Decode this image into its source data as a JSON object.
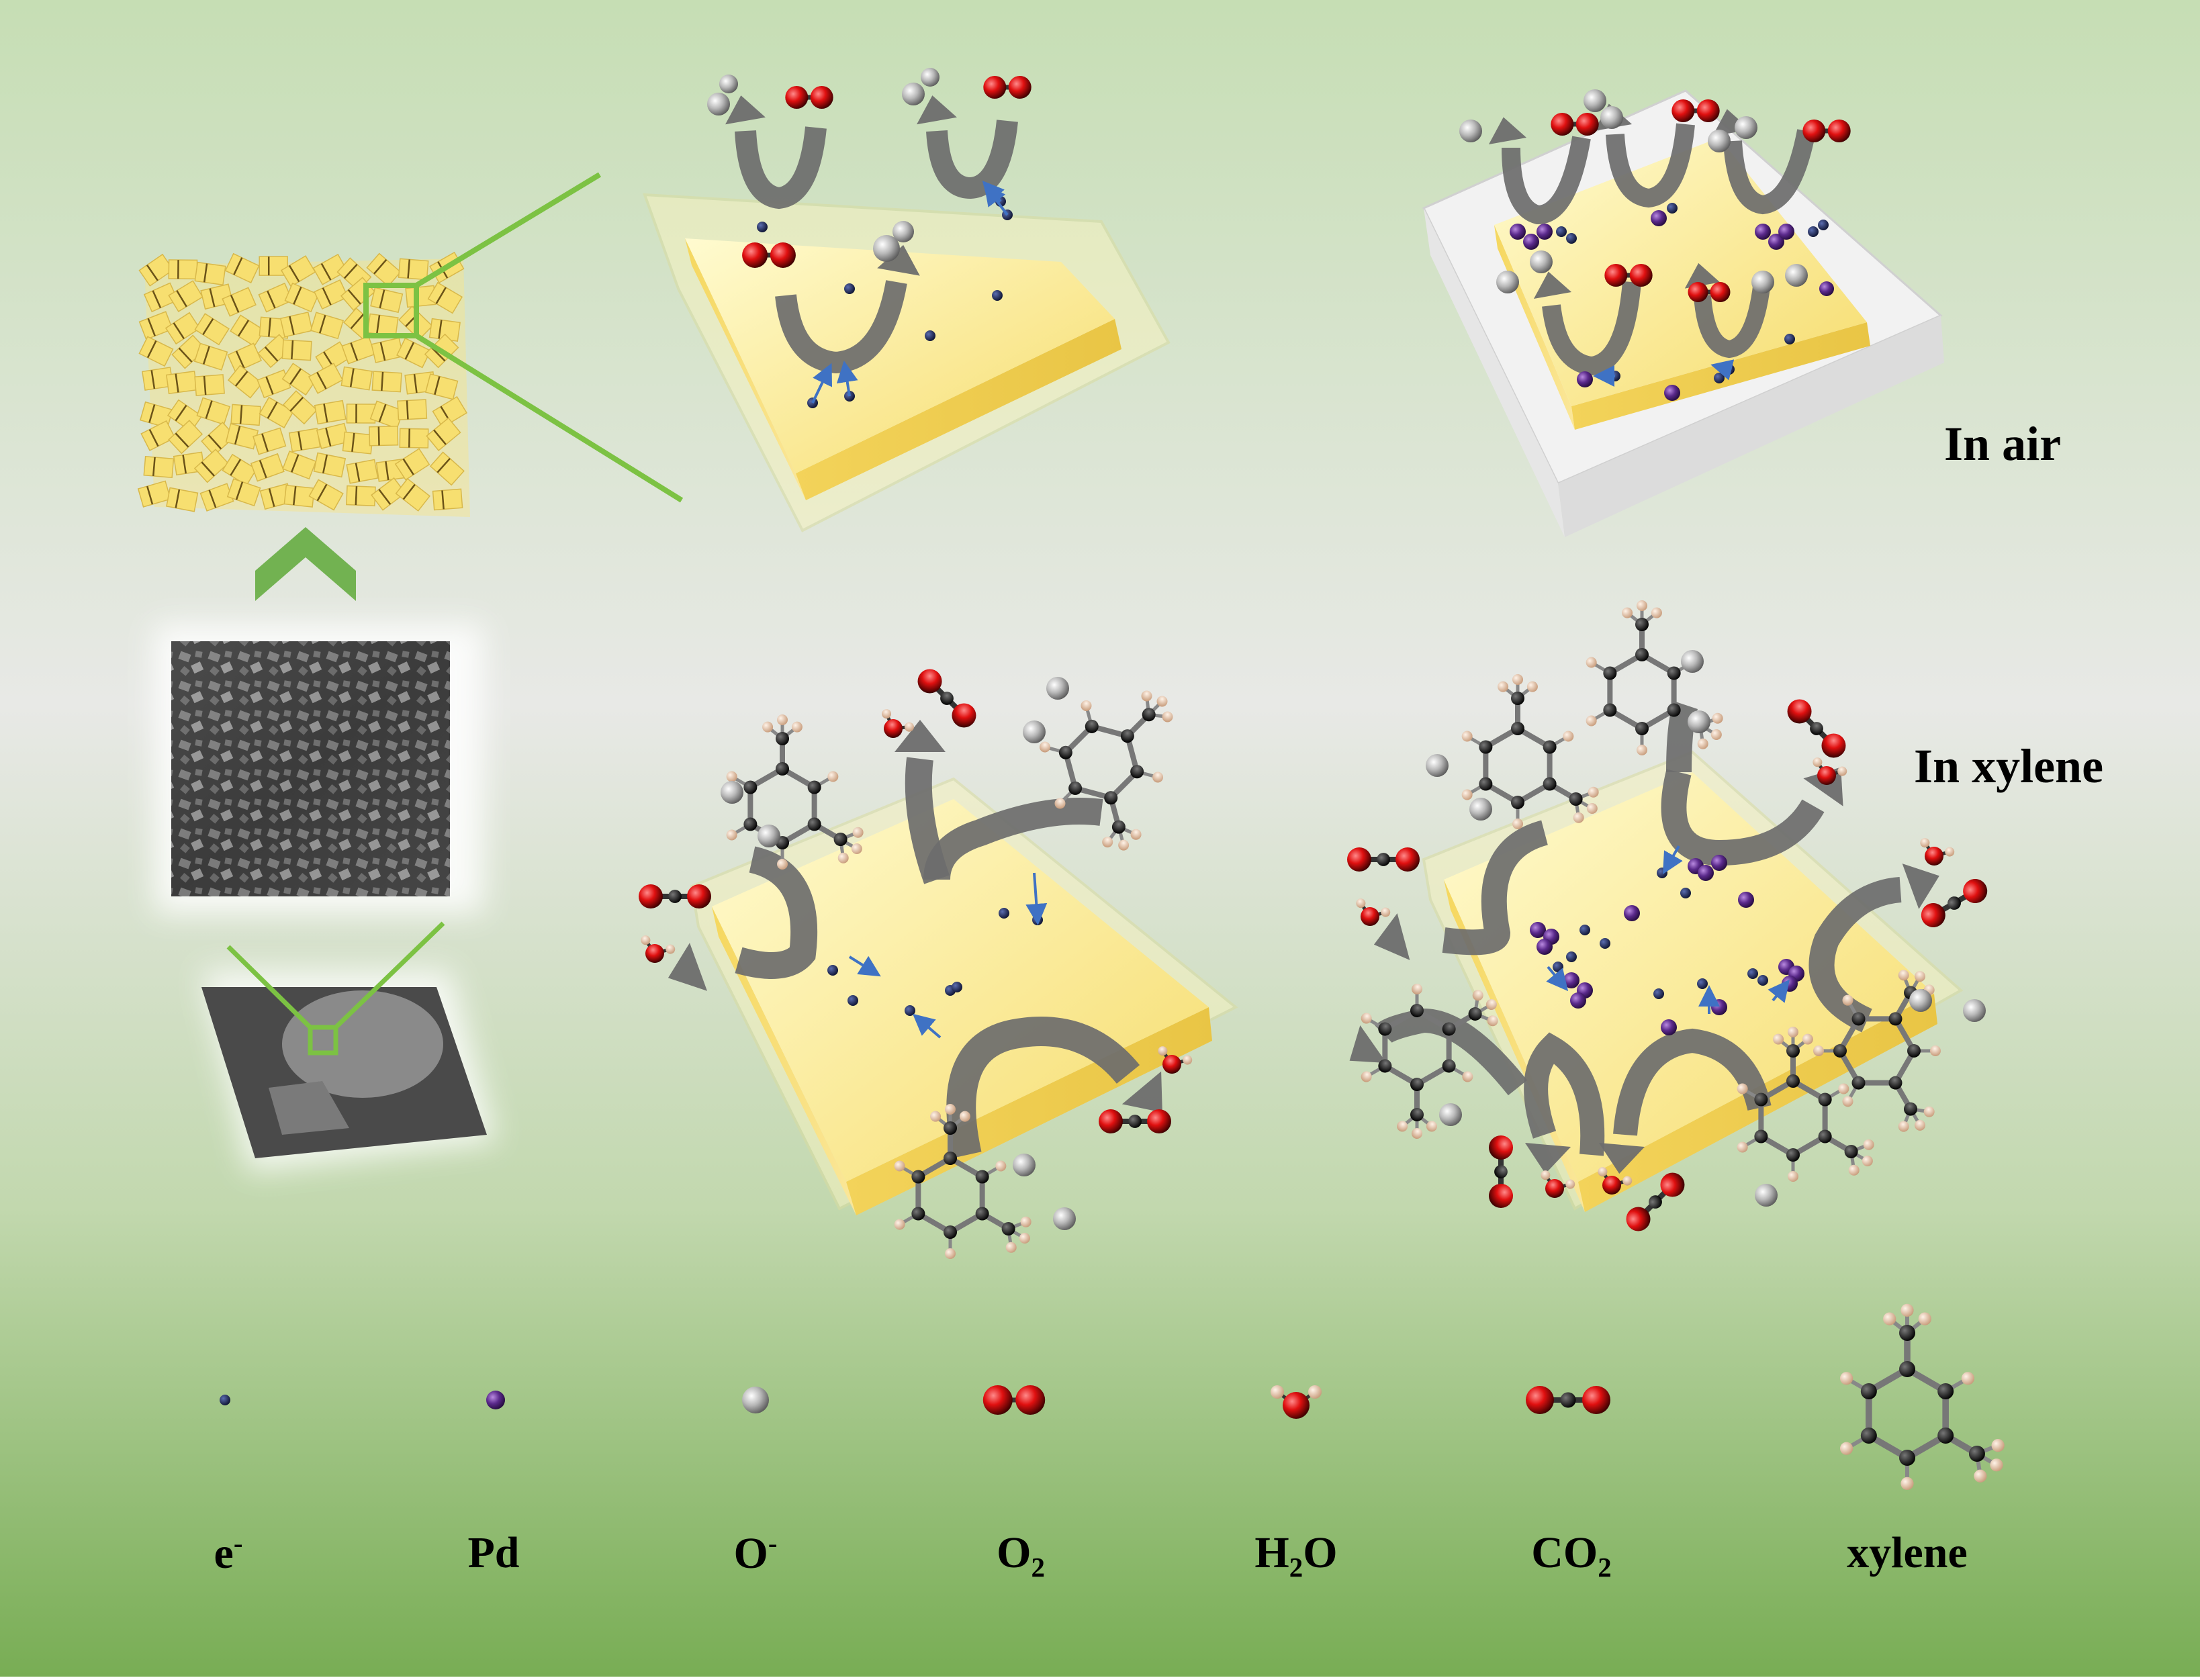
{
  "conditions": {
    "air": "In air",
    "xylene": "In xylene"
  },
  "legend": [
    {
      "key": "electron",
      "symbol": "e",
      "sup": "-",
      "icon": "electron-dot-icon"
    },
    {
      "key": "palladium",
      "symbol": "Pd",
      "icon": "pd-atom-icon"
    },
    {
      "key": "oxygen_ion",
      "symbol": "O",
      "sup": "-",
      "icon": "oxygen-ion-icon"
    },
    {
      "key": "oxygen",
      "symbol": "O",
      "sub": "2",
      "icon": "o2-molecule-icon"
    },
    {
      "key": "water",
      "symbol": "H",
      "sub": "2",
      "symbol_tail": "O",
      "icon": "h2o-molecule-icon"
    },
    {
      "key": "carbon_dioxide",
      "symbol": "CO",
      "sub": "2",
      "icon": "co2-molecule-icon"
    },
    {
      "key": "xylene",
      "symbol": "xylene",
      "icon": "xylene-molecule-icon"
    }
  ],
  "colors": {
    "background_top": "#c8dfb8",
    "background_mid": "#e6e8e4",
    "background_bottom": "#7aae56",
    "crystal": "#f7e27a",
    "arrow": "#6d6d6d",
    "electron": "#1c2556",
    "palladium": "#5b2a8c",
    "oxygen_ion": "#bdbdbd",
    "oxygen_red": "#d01010",
    "hydrogen": "#f0c9a8",
    "carbon": "#1a1a1a",
    "highlight_green": "#7cc243",
    "electron_arrow": "#3f72c4"
  }
}
